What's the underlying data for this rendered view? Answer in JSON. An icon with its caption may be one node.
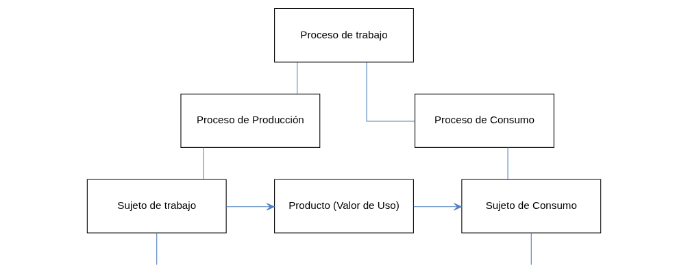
{
  "diagram": {
    "nodes": [
      {
        "text": [
          "Proceso de trabajo"
        ]
      },
      {
        "text": [
          "Proceso de Producción"
        ]
      },
      {
        "text": [
          "Proceso de Consumo"
        ]
      },
      {
        "text": [
          "Sujeto de trabajo"
        ]
      },
      {
        "text": [
          "Producto (Valor de Uso)"
        ]
      },
      {
        "text": [
          "Sujeto de Consumo"
        ]
      }
    ],
    "edges": [
      {
        "from": 0,
        "to": 1,
        "arrow": "none"
      },
      {
        "from": 0,
        "to": 2,
        "arrow": "none"
      },
      {
        "from": 1,
        "to": 3,
        "arrow": "none"
      },
      {
        "from": 2,
        "to": 5,
        "arrow": "none"
      },
      {
        "from": 3,
        "to": 4,
        "arrow": "to"
      },
      {
        "from": 4,
        "to": 5,
        "arrow": "to"
      },
      {
        "from": 3,
        "to": null,
        "arrow": "none"
      },
      {
        "from": 5,
        "to": null,
        "arrow": "none"
      }
    ]
  }
}
